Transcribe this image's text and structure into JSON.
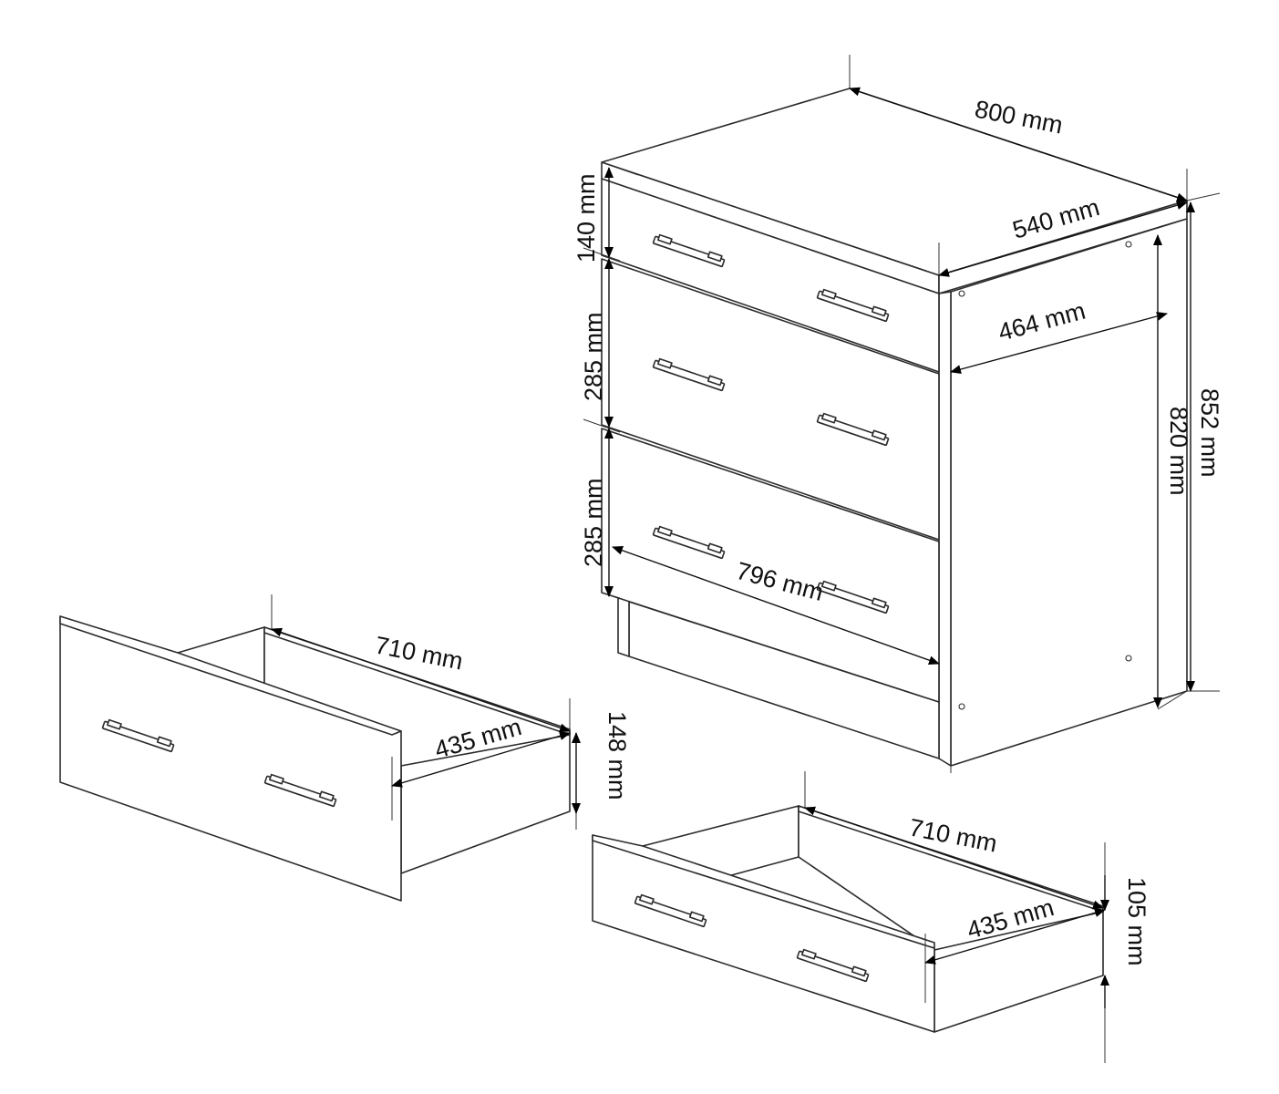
{
  "dimensions": {
    "cabinet": {
      "width": "800 mm",
      "depth": "540 mm",
      "inner_depth": "464 mm",
      "drawer_width": "796 mm",
      "total_height": "852 mm",
      "body_height": "820 mm",
      "top_drawer_height": "140 mm",
      "middle_drawer_height": "285 mm",
      "bottom_drawer_height": "285 mm"
    },
    "large_drawer": {
      "length": "710 mm",
      "depth": "435 mm",
      "height": "148 mm"
    },
    "small_drawer": {
      "length": "710 mm",
      "depth": "435 mm",
      "height": "105 mm"
    }
  },
  "colors": {
    "line": "#2b2b2b",
    "background": "#ffffff"
  }
}
